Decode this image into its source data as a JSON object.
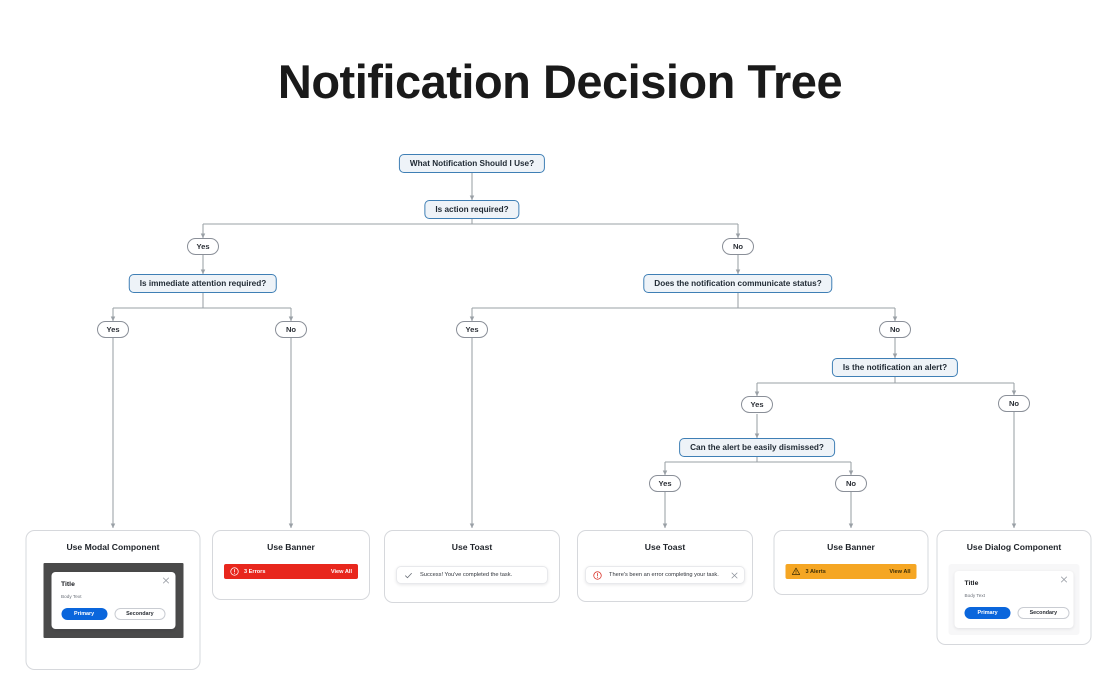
{
  "page": {
    "title": "Notification Decision Tree",
    "background_color": "#ffffff"
  },
  "colors": {
    "node_border": "#3f7fb5",
    "node_fill": "#eef3f8",
    "pill_border": "#8a8f98",
    "edge": "#9aa0a6",
    "banner_error": "#e8271d",
    "banner_warning": "#f5a623",
    "primary_button": "#0a66dc",
    "error_icon": "#d8291f",
    "modal_overlay": "#4a4a4a"
  },
  "flow": {
    "decisions": [
      {
        "id": "root",
        "label": "What Notification Should I Use?"
      },
      {
        "id": "action",
        "label": "Is action required?"
      },
      {
        "id": "immediate",
        "label": "Is immediate attention required?"
      },
      {
        "id": "status",
        "label": "Does the notification communicate status?"
      },
      {
        "id": "alert",
        "label": "Is the notification an alert?"
      },
      {
        "id": "dismiss",
        "label": "Can the alert be easily dismissed?"
      }
    ],
    "branches": [
      {
        "id": "action-yes",
        "label": "Yes"
      },
      {
        "id": "action-no",
        "label": "No"
      },
      {
        "id": "immediate-yes",
        "label": "Yes"
      },
      {
        "id": "immediate-no",
        "label": "No"
      },
      {
        "id": "status-yes",
        "label": "Yes"
      },
      {
        "id": "status-no",
        "label": "No"
      },
      {
        "id": "alert-yes",
        "label": "Yes"
      },
      {
        "id": "alert-no",
        "label": "No"
      },
      {
        "id": "dismiss-yes",
        "label": "Yes"
      },
      {
        "id": "dismiss-no",
        "label": "No"
      }
    ]
  },
  "results": {
    "modal": {
      "title": "Use Modal Component",
      "dialog": {
        "title": "Title",
        "body": "Body Text",
        "primary": "Primary",
        "secondary": "Secondary",
        "close_icon": "close-icon"
      }
    },
    "banner_error": {
      "title": "Use Banner",
      "banner": {
        "icon": "error-circle-icon",
        "label": "3 Errors",
        "action": "View All"
      }
    },
    "toast_success": {
      "title": "Use Toast",
      "toast": {
        "icon": "check-icon",
        "text": "Success! You've completed the task."
      }
    },
    "toast_error": {
      "title": "Use Toast",
      "toast": {
        "icon": "error-circle-icon",
        "text": "There's been an error completing your task.",
        "close_icon": "close-icon"
      }
    },
    "banner_warning": {
      "title": "Use Banner",
      "banner": {
        "icon": "warning-triangle-icon",
        "label": "3 Alerts",
        "action": "View All"
      }
    },
    "dialog": {
      "title": "Use Dialog Component",
      "dialog": {
        "title": "Title",
        "body": "Body Text",
        "primary": "Primary",
        "secondary": "Secondary",
        "close_icon": "close-icon"
      }
    }
  }
}
